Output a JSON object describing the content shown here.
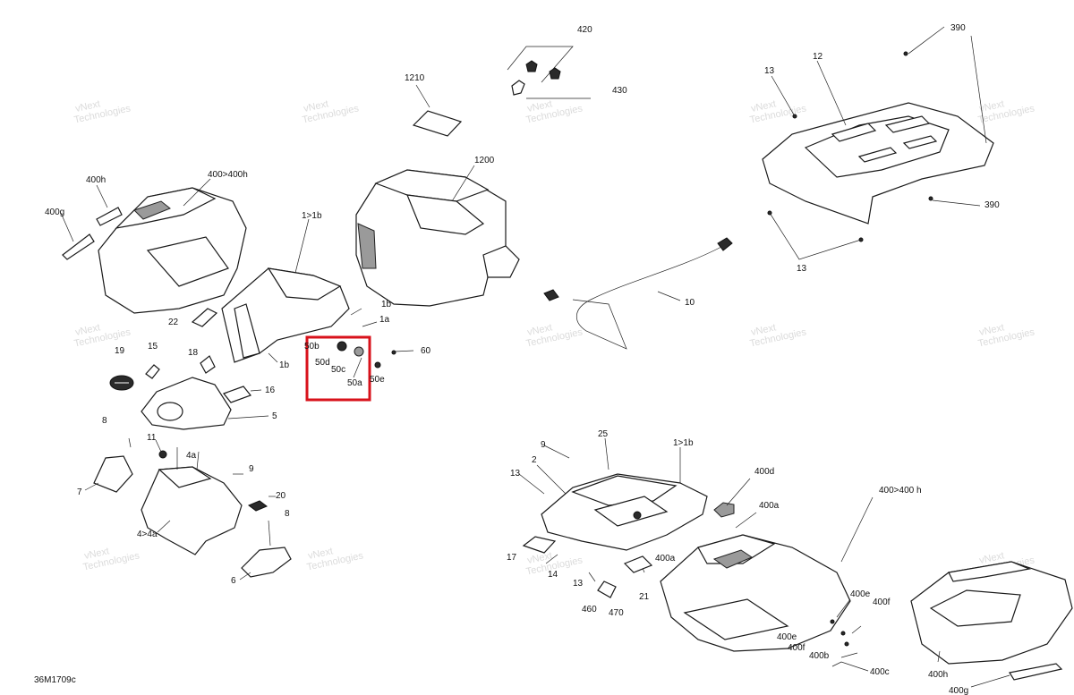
{
  "document_code": "36M1709c",
  "watermark": {
    "line1": "vNext",
    "line2": "Technologies"
  },
  "colors": {
    "highlight": "#d8121b",
    "ink": "#1a1a1a",
    "watermark": "#cfcfcf"
  },
  "callouts": {
    "c420": "420",
    "c430": "430",
    "c1210": "1210",
    "c1200": "1200",
    "c400h_tl": "400h",
    "c400g_tl": "400g",
    "c400_400h_tl": "400>400h",
    "c1_1b_top": "1>1b",
    "c1b_a": "1b",
    "c1a": "1a",
    "c1b_b": "1b",
    "c50b": "50b",
    "c50d": "50d",
    "c50c": "50c",
    "c50a": "50a",
    "c50e": "50e",
    "c60": "60",
    "c10": "10",
    "c390_top": "390",
    "c390_right": "390",
    "c12": "12",
    "c13_top": "13",
    "c13_bottom": "13",
    "c22": "22",
    "c15": "15",
    "c18": "18",
    "c19": "19",
    "c16": "16",
    "c5": "5",
    "c8_a": "8",
    "c11": "11",
    "c4a": "4a",
    "c7": "7",
    "c9_left": "9",
    "c20": "20",
    "c8_b": "8",
    "c4_4a": "4>4a",
    "c6": "6",
    "c9_right": "9",
    "c25": "25",
    "c1_1b_bottom": "1>1b",
    "c2": "2",
    "c13_br_a": "13",
    "c400d": "400d",
    "c400a_a": "400a",
    "c400a_b": "400a",
    "c400_400h_br": "400>400 h",
    "c17": "17",
    "c14": "14",
    "c13_br_b": "13",
    "c21": "21",
    "c460": "460",
    "c470": "470",
    "c400e_a": "400e",
    "c400f_a": "400f",
    "c400e_b": "400e",
    "c400f_b": "400f",
    "c400b": "400b",
    "c400c": "400c",
    "c400h_br": "400h",
    "c400g_br": "400g"
  }
}
